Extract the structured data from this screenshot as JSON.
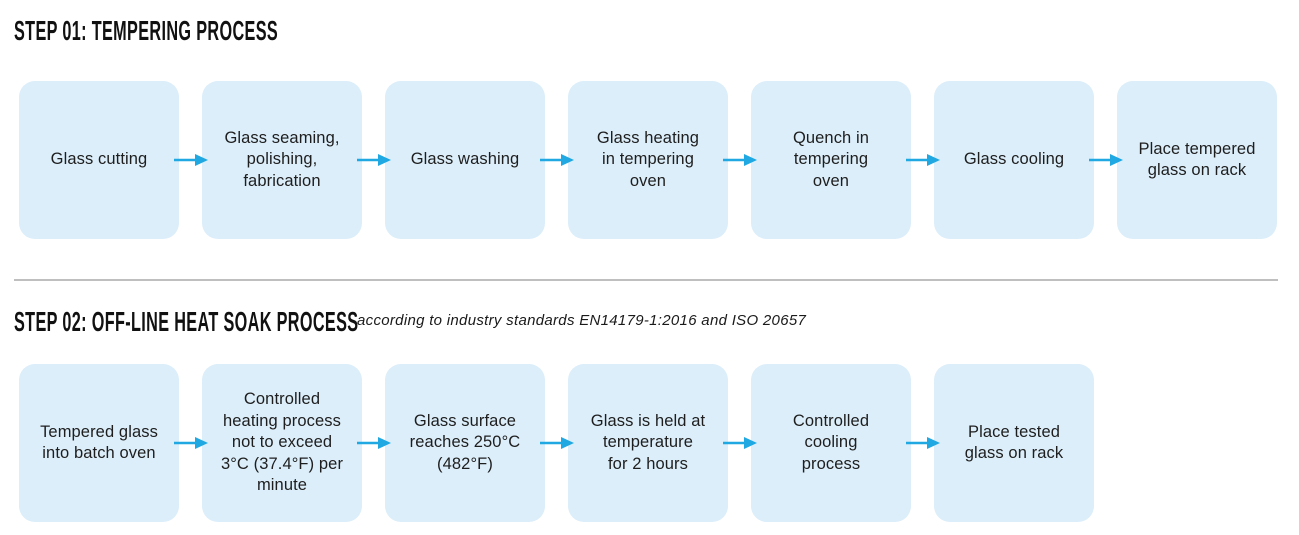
{
  "colors": {
    "box_fill": "#dceefa",
    "arrow": "#1fa8e2",
    "divider": "#bfbfbf",
    "heading_text": "#111111",
    "box_text": "#1e1e1e",
    "note_text": "#1a1a1a"
  },
  "step1": {
    "title": "STEP 01: TEMPERING PROCESS",
    "boxes": [
      "Glass cutting",
      "Glass seaming,\npolishing,\nfabrication",
      "Glass washing",
      "Glass heating\nin tempering\noven",
      "Quench in\ntempering\noven",
      "Glass cooling",
      "Place tempered\nglass on rack"
    ]
  },
  "step2": {
    "title": "STEP 02: OFF-LINE HEAT SOAK PROCESS",
    "note": "according to industry standards EN14179-1:2016 and ISO 20657",
    "boxes": [
      "Tempered glass\ninto batch oven",
      "Controlled\nheating process\nnot to exceed\n3°C (37.4°F) per\nminute",
      "Glass surface\nreaches 250°C\n(482°F)",
      "Glass is held at\ntemperature\nfor 2 hours",
      "Controlled\ncooling\nprocess",
      "Place tested\nglass on rack"
    ]
  }
}
